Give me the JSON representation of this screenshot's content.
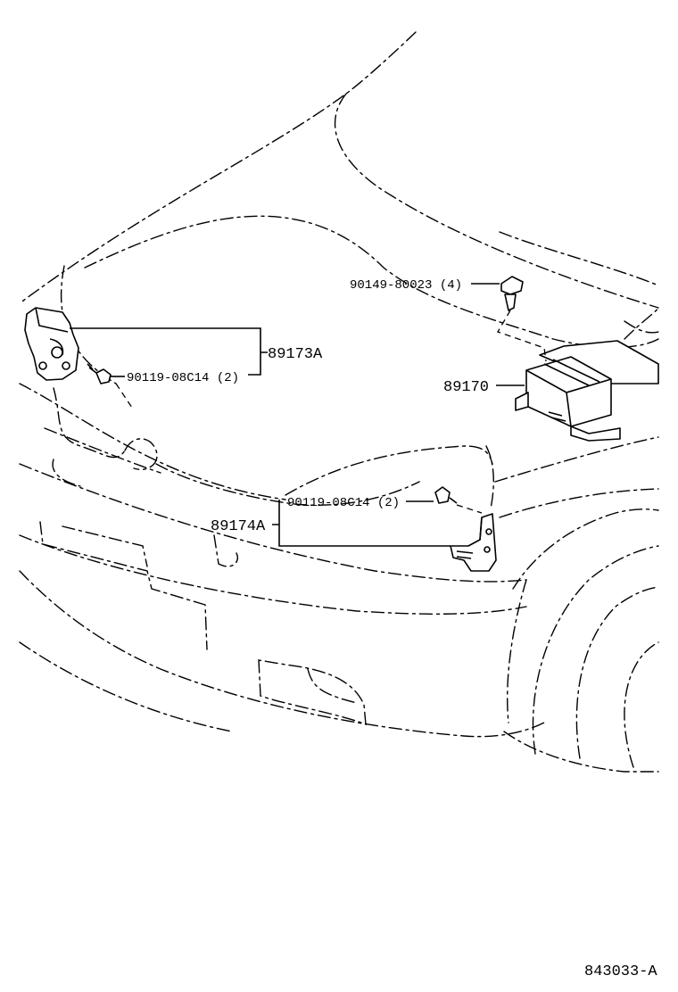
{
  "labels": {
    "bolt_top": "90149-80023 (4)",
    "computer": "89170",
    "sensor_left": "89173A",
    "bolt_left": "90119-08C14 (2)",
    "bolt_right": "90119-08C14 (2)",
    "sensor_right": "89174A",
    "figure_id": "843033-A"
  }
}
